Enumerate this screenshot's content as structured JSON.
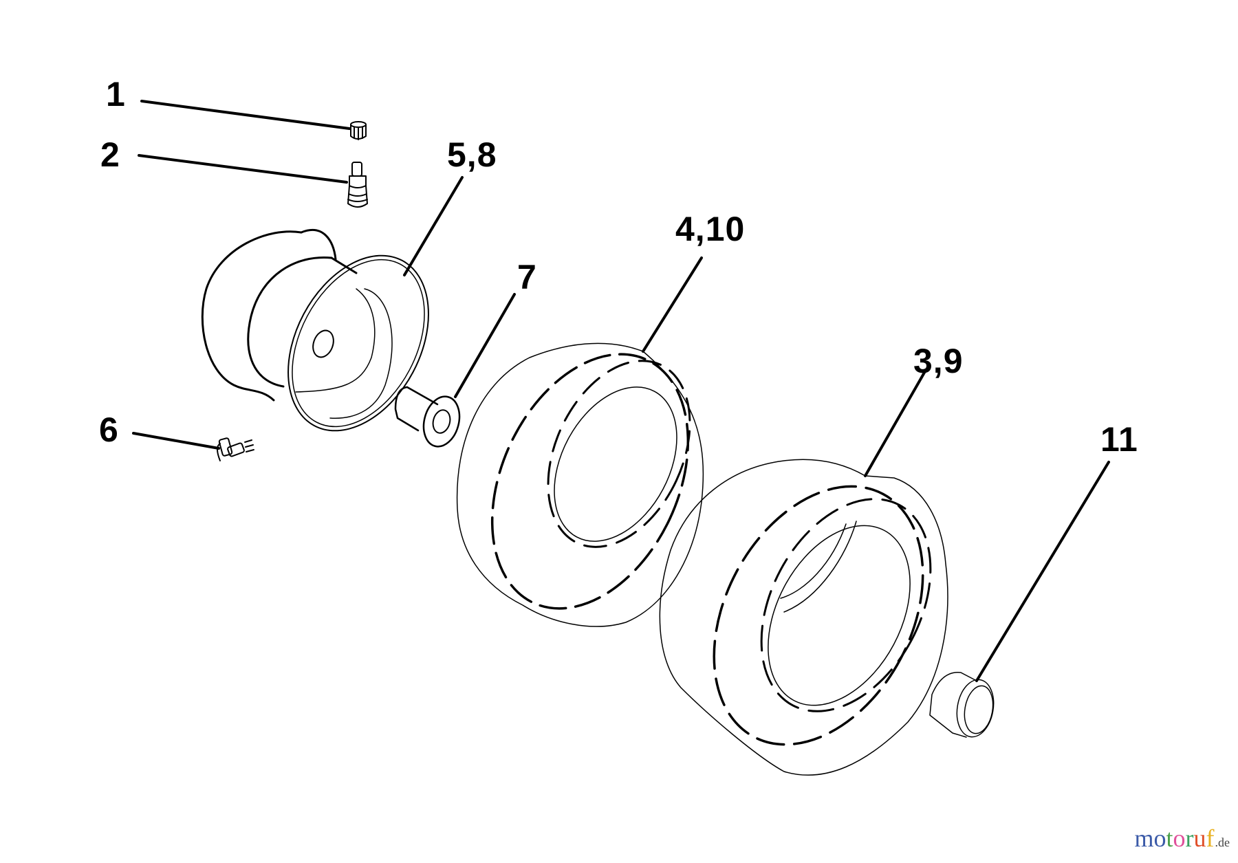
{
  "diagram": {
    "type": "exploded-parts-view",
    "subject": "wheel and tire assembly",
    "line_color": "#000000",
    "background": "#ffffff",
    "callouts": [
      {
        "id": "c1",
        "label": "1",
        "part": "valve cap"
      },
      {
        "id": "c2",
        "label": "2",
        "part": "valve stem"
      },
      {
        "id": "c58",
        "label": "5,8",
        "part": "rim / wheel"
      },
      {
        "id": "c7",
        "label": "7",
        "part": "flanged bushing"
      },
      {
        "id": "c410",
        "label": "4,10",
        "part": "tire (front)"
      },
      {
        "id": "c39",
        "label": "3,9",
        "part": "tire (rear)"
      },
      {
        "id": "c11",
        "label": "11",
        "part": "hub cap"
      },
      {
        "id": "c6",
        "label": "6",
        "part": "grease fitting"
      }
    ]
  },
  "watermark": {
    "letters": [
      {
        "ch": "m",
        "color": "#3b5aa8"
      },
      {
        "ch": "o",
        "color": "#3b5aa8"
      },
      {
        "ch": "t",
        "color": "#4aa04a"
      },
      {
        "ch": "o",
        "color": "#e0509a"
      },
      {
        "ch": "r",
        "color": "#3aa060"
      },
      {
        "ch": "u",
        "color": "#e0502a"
      },
      {
        "ch": "f",
        "color": "#e8b020"
      }
    ],
    "tld": ".de"
  }
}
